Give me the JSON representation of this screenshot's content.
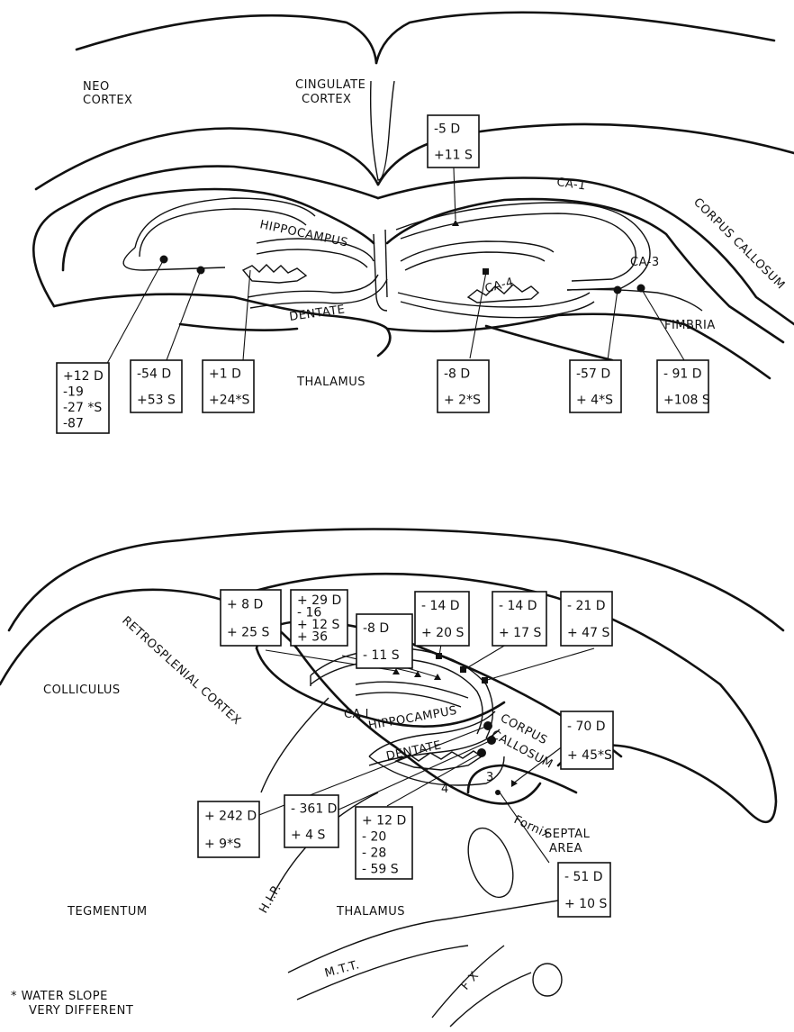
{
  "top_labels": {
    "neocortex_1": "NEO",
    "neocortex_2": "CORTEX",
    "cingulate_1": "CINGULATE",
    "cingulate_2": "CORTEX",
    "ca1": "CA-1",
    "corpus_callosum": "CORPUS CALLOSUM",
    "hippocampus": "HIPPOCAMPUS",
    "ca3": "CA-3",
    "ca4": "CA-4",
    "dentate": "DENTATE",
    "fimbria": "FIMBRIA",
    "thalamus": "THALAMUS"
  },
  "top_boxes": [
    {
      "lines": [
        "-5 D",
        "+11 S"
      ]
    },
    {
      "lines": [
        "+12  D",
        "-19",
        "-27 *S",
        "-87"
      ]
    },
    {
      "lines": [
        "-54 D",
        "+53 S"
      ]
    },
    {
      "lines": [
        "+1  D",
        "+24*S"
      ]
    },
    {
      "lines": [
        "-8 D",
        "+ 2*S"
      ]
    },
    {
      "lines": [
        "-57 D",
        "+ 4*S"
      ]
    },
    {
      "lines": [
        "- 91 D",
        "+108 S"
      ]
    }
  ],
  "bottom_labels": {
    "colliculus": "COLLICULUS",
    "retrosplenial": "RETROSPLENIAL CORTEX",
    "ca1": "CA I",
    "hippocampus": "HIPPOCAMPUS",
    "corpus": "CORPUS",
    "callosum": "CALLOSUM",
    "dentate": "DENTATE",
    "num3": "3",
    "num4": "4",
    "fornix": "Fornix",
    "septal_1": "SEPTAL",
    "septal_2": "AREA",
    "tegmentum": "TEGMENTUM",
    "thalamus": "THALAMUS",
    "hip": "H.I.P.",
    "mtt": "M.T.T.",
    "fx": "F X"
  },
  "bottom_boxes": [
    {
      "lines": [
        "+ 8 D",
        "+ 25 S"
      ]
    },
    {
      "lines": [
        "+ 29 D",
        "- 16",
        "+ 12 S",
        "+ 36"
      ]
    },
    {
      "lines": [
        "-8 D",
        "- 11 S"
      ]
    },
    {
      "lines": [
        "- 14 D",
        "+ 20 S"
      ]
    },
    {
      "lines": [
        "- 14 D",
        "+ 17 S"
      ]
    },
    {
      "lines": [
        "- 21 D",
        "+ 47 S"
      ]
    },
    {
      "lines": [
        "- 70 D",
        "+ 45*S"
      ]
    },
    {
      "lines": [
        "+ 242 D",
        "+ 9*S"
      ]
    },
    {
      "lines": [
        "- 361 D",
        "+ 4 S"
      ]
    },
    {
      "lines": [
        "+ 12  D",
        "- 20",
        "- 28",
        "- 59 S"
      ]
    },
    {
      "lines": [
        "- 51 D",
        "+ 10 S"
      ]
    }
  ],
  "footnote": {
    "line1": "* WATER SLOPE",
    "line2": "VERY DIFFERENT"
  }
}
